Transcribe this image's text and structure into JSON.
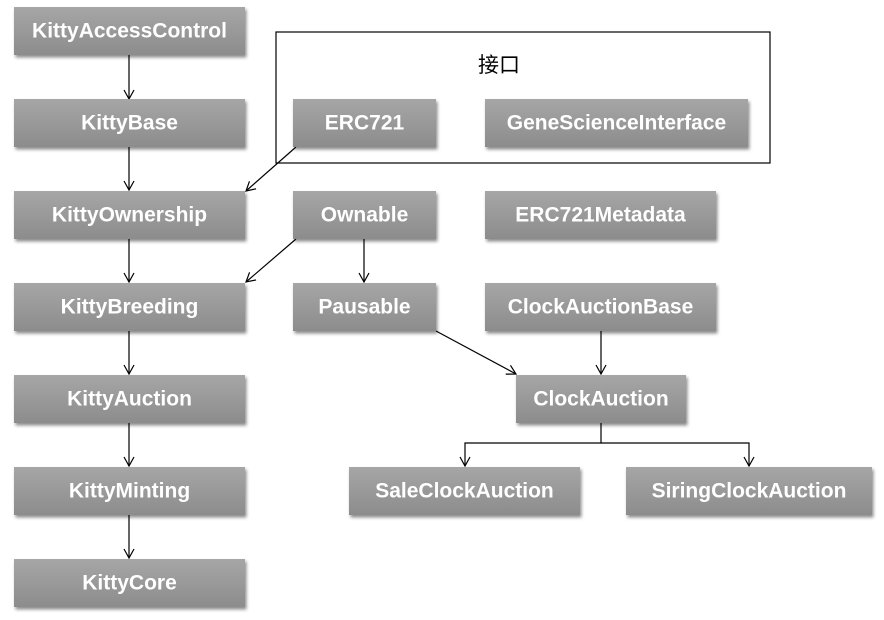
{
  "group": {
    "label": "接口"
  },
  "nodes": {
    "kitty_access_control": "KittyAccessControl",
    "kitty_base": "KittyBase",
    "kitty_ownership": "KittyOwnership",
    "kitty_breeding": "KittyBreeding",
    "kitty_auction": "KittyAuction",
    "kitty_minting": "KittyMinting",
    "kitty_core": "KittyCore",
    "erc721": "ERC721",
    "gene_science_interface": "GeneScienceInterface",
    "ownable": "Ownable",
    "erc721_metadata": "ERC721Metadata",
    "pausable": "Pausable",
    "clock_auction_base": "ClockAuctionBase",
    "clock_auction": "ClockAuction",
    "sale_clock_auction": "SaleClockAuction",
    "siring_clock_auction": "SiringClockAuction"
  },
  "edges": [
    {
      "from": "KittyAccessControl",
      "to": "KittyBase"
    },
    {
      "from": "KittyBase",
      "to": "KittyOwnership"
    },
    {
      "from": "ERC721",
      "to": "KittyOwnership"
    },
    {
      "from": "KittyOwnership",
      "to": "KittyBreeding"
    },
    {
      "from": "Ownable",
      "to": "KittyBreeding"
    },
    {
      "from": "Ownable",
      "to": "Pausable"
    },
    {
      "from": "KittyBreeding",
      "to": "KittyAuction"
    },
    {
      "from": "KittyAuction",
      "to": "KittyMinting"
    },
    {
      "from": "KittyMinting",
      "to": "KittyCore"
    },
    {
      "from": "Pausable",
      "to": "ClockAuction"
    },
    {
      "from": "ClockAuctionBase",
      "to": "ClockAuction"
    },
    {
      "from": "ClockAuction",
      "to": "SaleClockAuction"
    },
    {
      "from": "ClockAuction",
      "to": "SiringClockAuction"
    }
  ]
}
